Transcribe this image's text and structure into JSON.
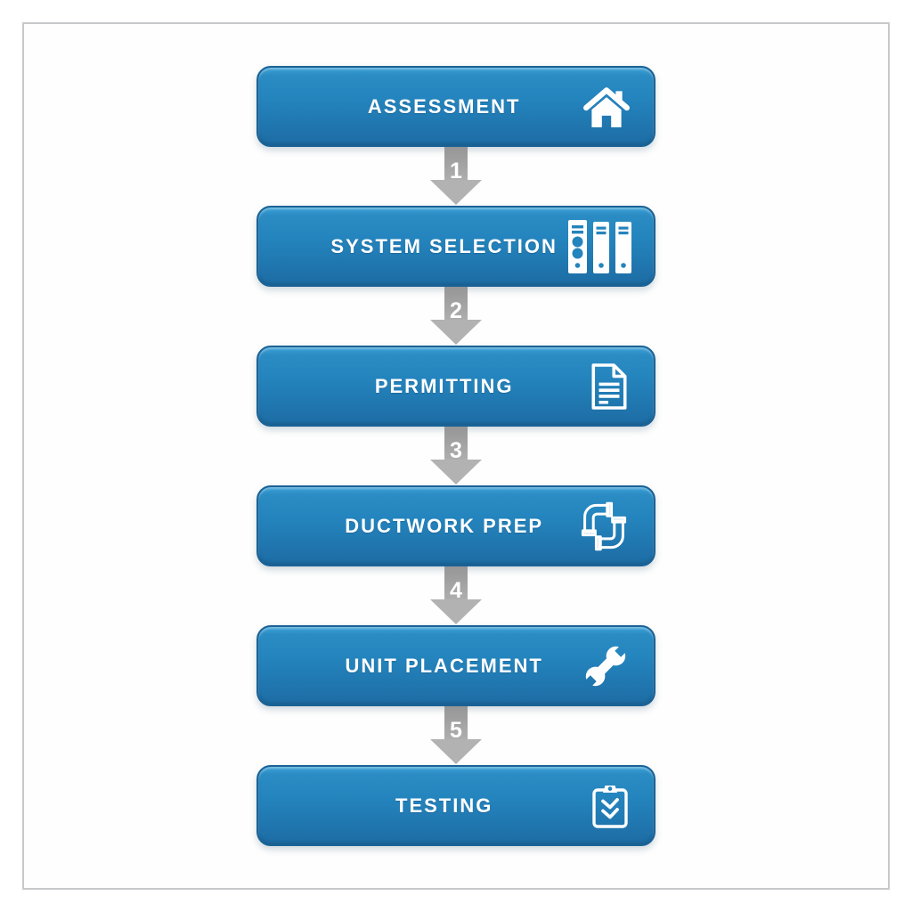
{
  "diagram": {
    "type": "vertical-flowchart",
    "frame_border_color": "#c7c9cb",
    "background_color": "#ffffff",
    "node_color_top": "#3aa0d6",
    "node_color_bottom": "#1d6ca4",
    "node_border_color": "#1a6296",
    "node_text_color": "#ffffff",
    "arrow_color": "#a9a9a9",
    "steps": [
      {
        "label": "ASSESSMENT",
        "icon": "home-icon"
      },
      {
        "label": "SYSTEM SELECTION",
        "icon": "binders-icon"
      },
      {
        "label": "PERMITTING",
        "icon": "document-icon"
      },
      {
        "label": "DUCTWORK PREP",
        "icon": "pipes-icon"
      },
      {
        "label": "UNIT PLACEMENT",
        "icon": "wrench-icon"
      },
      {
        "label": "TESTING",
        "icon": "clipboard-check-icon"
      }
    ],
    "connectors": [
      {
        "number": "1"
      },
      {
        "number": "2"
      },
      {
        "number": "3"
      },
      {
        "number": "4"
      },
      {
        "number": "5"
      }
    ]
  }
}
